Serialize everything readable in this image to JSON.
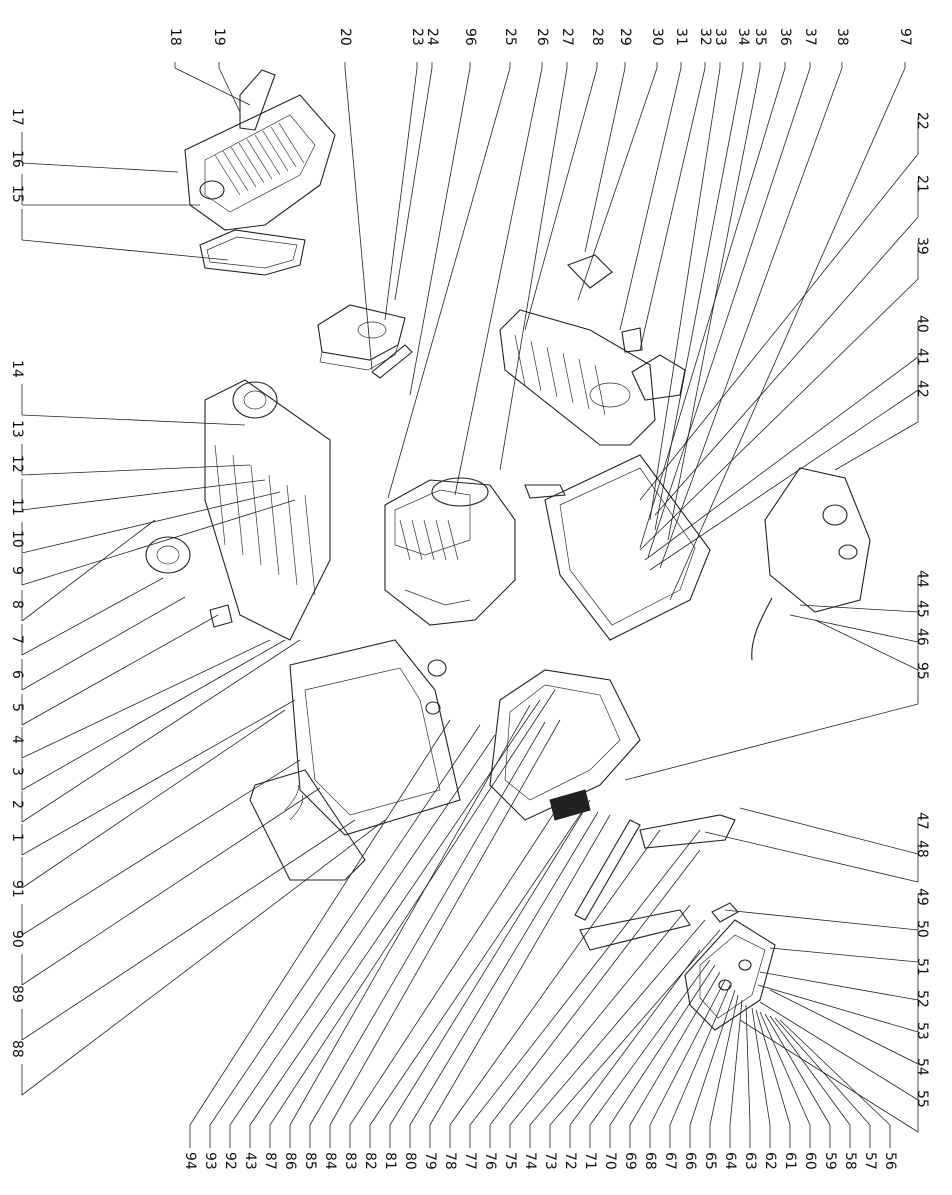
{
  "diagram": {
    "labels_top": [
      "18",
      "19",
      "20",
      "23",
      "24",
      "96",
      "25",
      "26",
      "27",
      "28",
      "29",
      "30",
      "31",
      "32",
      "33",
      "34",
      "35",
      "36",
      "37",
      "38",
      "97"
    ],
    "labels_right": [
      "22",
      "21",
      "39",
      "40",
      "41",
      "42",
      "44",
      "45",
      "46",
      "95",
      "47",
      "48",
      "49",
      "50",
      "51",
      "52",
      "53",
      "54",
      "55"
    ],
    "labels_left": [
      "17",
      "16",
      "15",
      "14",
      "13",
      "12",
      "11",
      "10",
      "9",
      "8",
      "7",
      "6",
      "5",
      "4",
      "3",
      "2",
      "1",
      "91",
      "90",
      "89",
      "88"
    ],
    "labels_bottom": [
      "94",
      "93",
      "92",
      "43",
      "87",
      "86",
      "85",
      "84",
      "83",
      "82",
      "81",
      "80",
      "79",
      "78",
      "77",
      "76",
      "75",
      "74",
      "73",
      "72",
      "71",
      "70",
      "69",
      "68",
      "67",
      "66",
      "65",
      "64",
      "63",
      "62",
      "61",
      "60",
      "59",
      "58",
      "57",
      "56"
    ]
  }
}
